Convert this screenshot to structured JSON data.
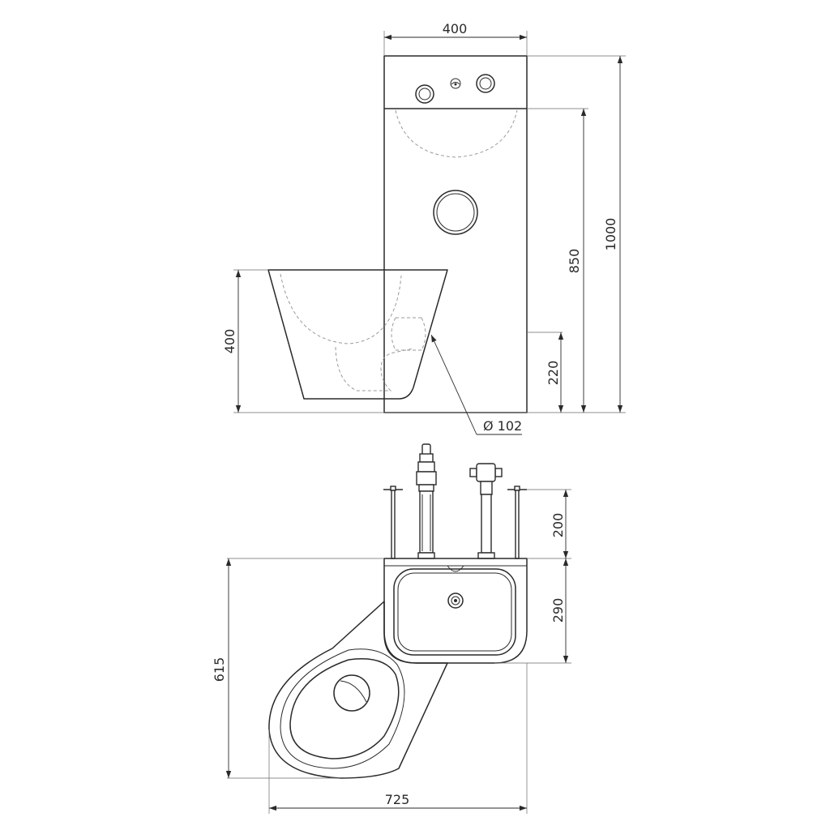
{
  "dimensions": {
    "panel_width": "400",
    "total_height": "1000",
    "basin_height": "850",
    "inlet_height": "220",
    "bowl_height": "400",
    "outlet_diameter": "Ø 102",
    "supply_depth": "200",
    "basin_depth": "290",
    "overall_depth": "615",
    "overall_width": "725"
  }
}
